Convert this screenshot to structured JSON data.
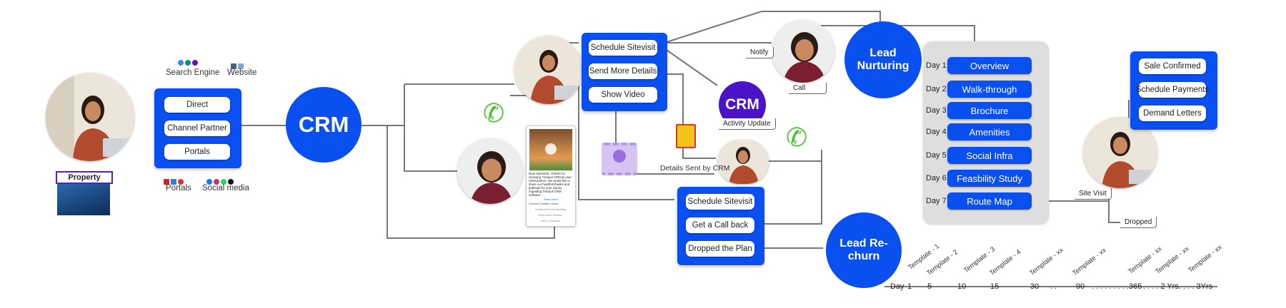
{
  "colors": {
    "accent_blue": "#0a4ff0",
    "gray_panel": "#dedede",
    "line": "#777777",
    "skin": "#c98a62",
    "top_red": "#b24a2e",
    "hair": "#2a1a12"
  },
  "sources": {
    "search_engine": "Search Engine",
    "website": "Website",
    "portals": "Portals",
    "social_media": "Social media",
    "property_label": "Property",
    "channels": [
      "Direct",
      "Channel Partner",
      "Portals"
    ]
  },
  "crm_hub": "CRM",
  "first_actions": [
    "Schedule Sitevisit",
    "Send More Details",
    "Show Video"
  ],
  "tags": {
    "notify": "Notify",
    "call": "Call",
    "activity_update": "Activity Update",
    "details_sent": "Details Sent by CRM",
    "site_visit": "Site Visit",
    "dropped": "Dropped"
  },
  "crm_small": "CRM",
  "message_card": {
    "text": "Dear Narendra, Thanks for choosing Tranquil CRM as your CRM partner. We would like to share our heartfelt thanks and gratitude for your inquiry regarding Tranquil CRM software...",
    "read_more": "Read more",
    "choose": "Choose Suitable Option",
    "options": [
      "Schedule Zoom Meeting",
      "Send More Details",
      "Get a Call back"
    ]
  },
  "followup_actions": [
    "Schedule Sitevisit",
    "Get a Call back",
    "Dropped the Plan"
  ],
  "lead_nurturing": "Lead Nurturing",
  "lead_rechurn": "Lead Re-churn",
  "nurturing_days": [
    {
      "day": "Day 1",
      "label": "Overview"
    },
    {
      "day": "Day 2",
      "label": "Walk-through"
    },
    {
      "day": "Day 3",
      "label": "Brochure"
    },
    {
      "day": "Day 4",
      "label": "Amenities"
    },
    {
      "day": "Day 5",
      "label": "Social Infra"
    },
    {
      "day": "Day 6",
      "label": "Feasbility Study"
    },
    {
      "day": "Day 7",
      "label": "Route Map"
    }
  ],
  "sale_actions": [
    "Sale Confirmed",
    "Schedule Payments",
    "Demand Letters"
  ],
  "timeline": {
    "templates": [
      "Template - 1",
      "Template - 2",
      "Template - 3",
      "Template - 4",
      "Template - xx",
      "Template - xx",
      "Template - xx",
      "Template - xx",
      "Template - xx"
    ],
    "day_prefix": "Day",
    "ticks": [
      "1",
      "5",
      "10",
      "15",
      "30",
      ". .",
      "90",
      ". . . . . . . . .365",
      ". . . . 2 Yrs",
      ". . . . 3Yrs"
    ]
  }
}
